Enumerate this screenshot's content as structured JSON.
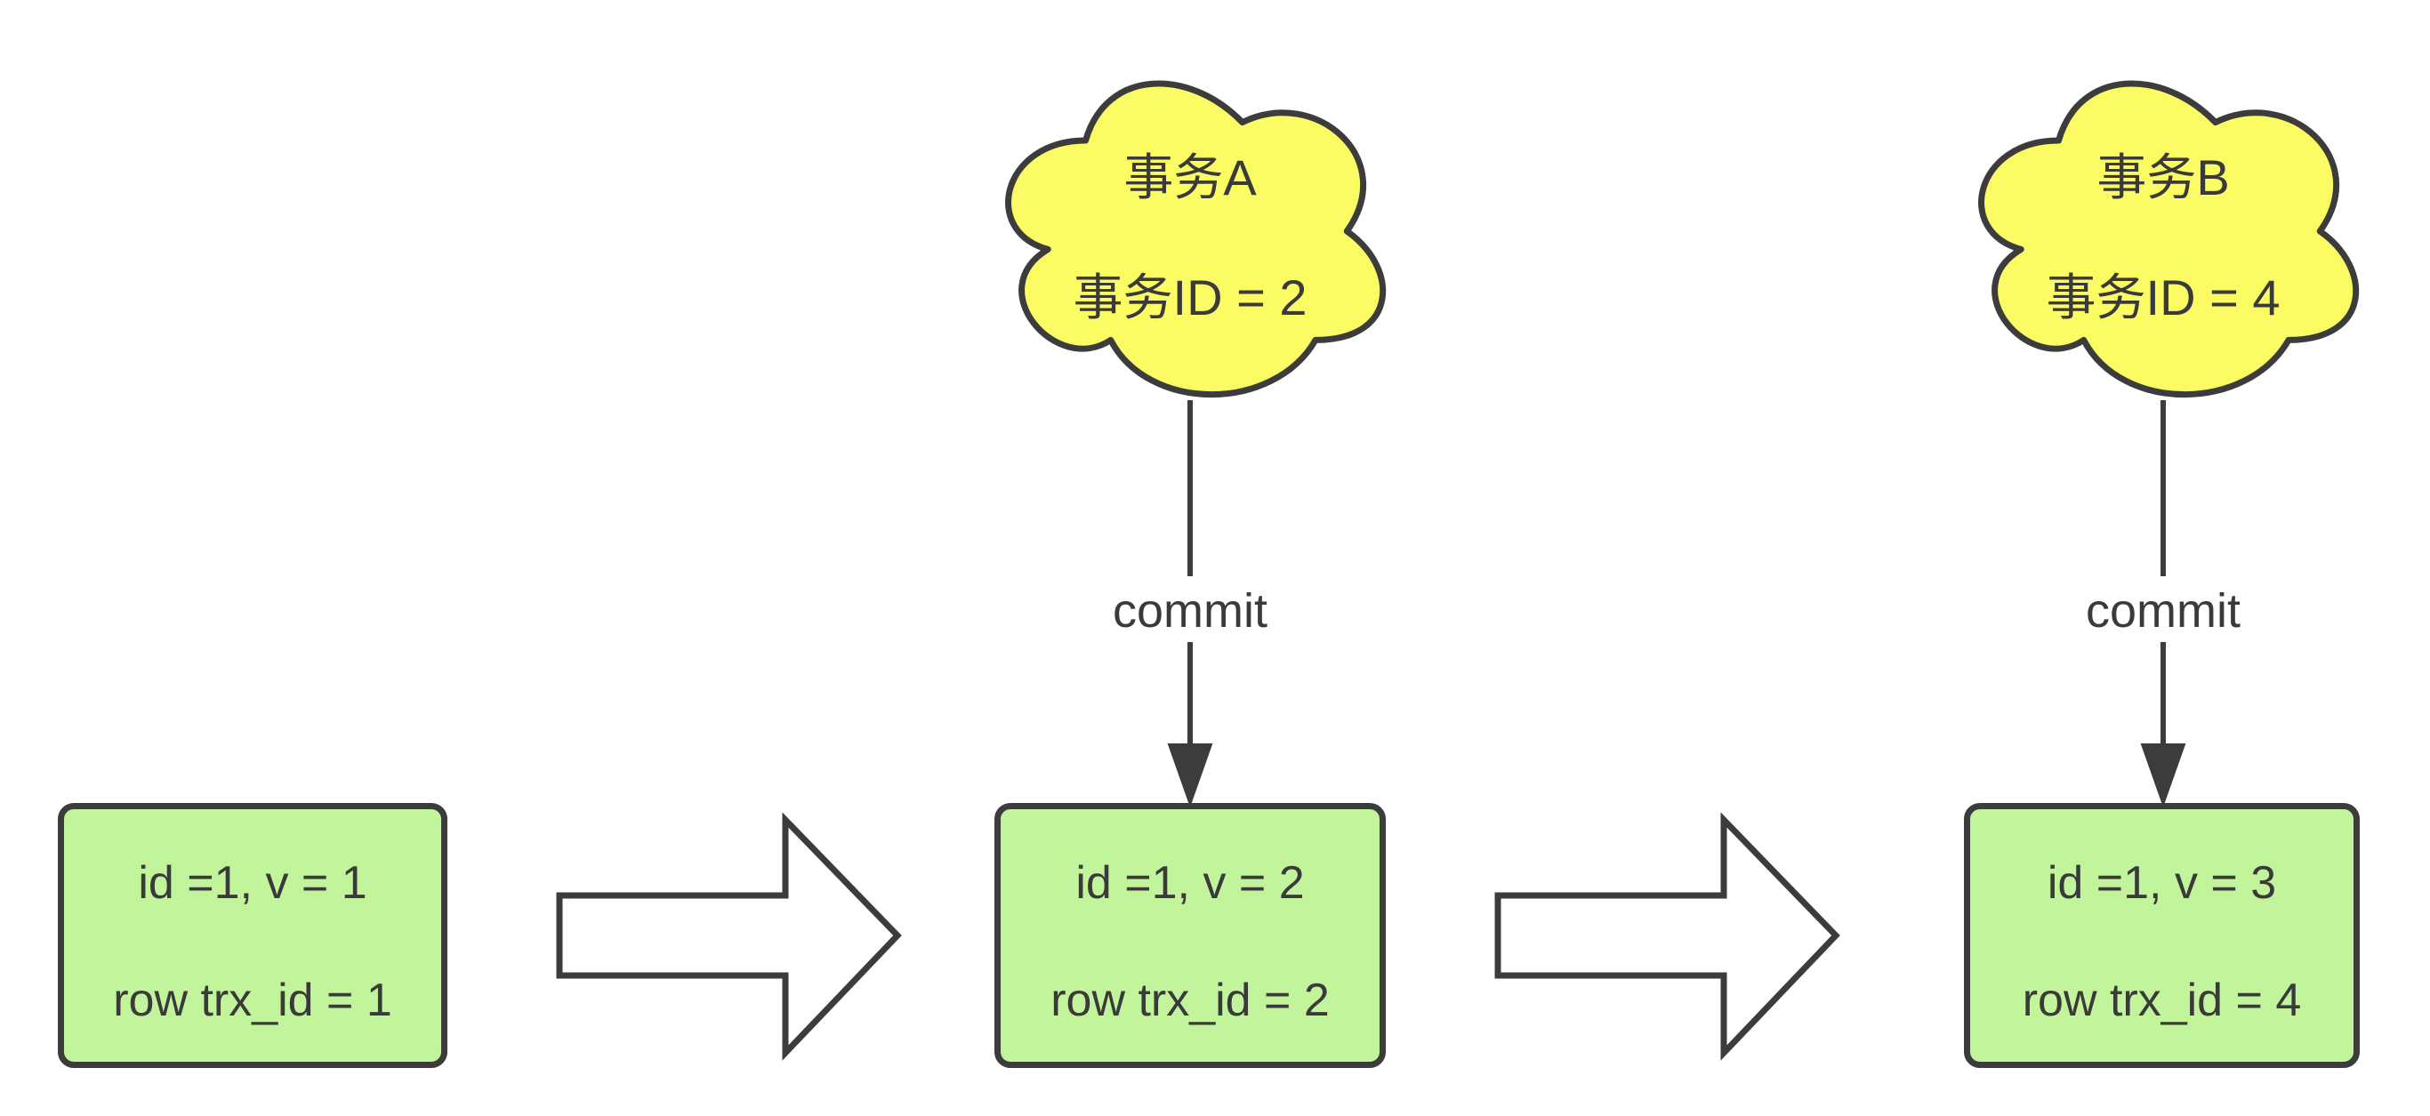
{
  "colors": {
    "background": "#ffffff",
    "cloud_fill": "#fbfb64",
    "box_fill": "#c2f49c",
    "arrow_fill": "#ffffff",
    "stroke": "#3c3c3c",
    "text": "#3a3a3a"
  },
  "clouds": [
    {
      "title": "事务A",
      "subtitle": "事务ID = 2"
    },
    {
      "title": "事务B",
      "subtitle": "事务ID = 4"
    }
  ],
  "commit_arrows": [
    {
      "label": "commit"
    },
    {
      "label": "commit"
    }
  ],
  "boxes": [
    {
      "line1": "id =1, v = 1",
      "line2": "row trx_id = 1"
    },
    {
      "line1": "id =1, v = 2",
      "line2": "row trx_id = 2"
    },
    {
      "line1": "id =1, v = 3",
      "line2": "row trx_id = 4"
    }
  ]
}
